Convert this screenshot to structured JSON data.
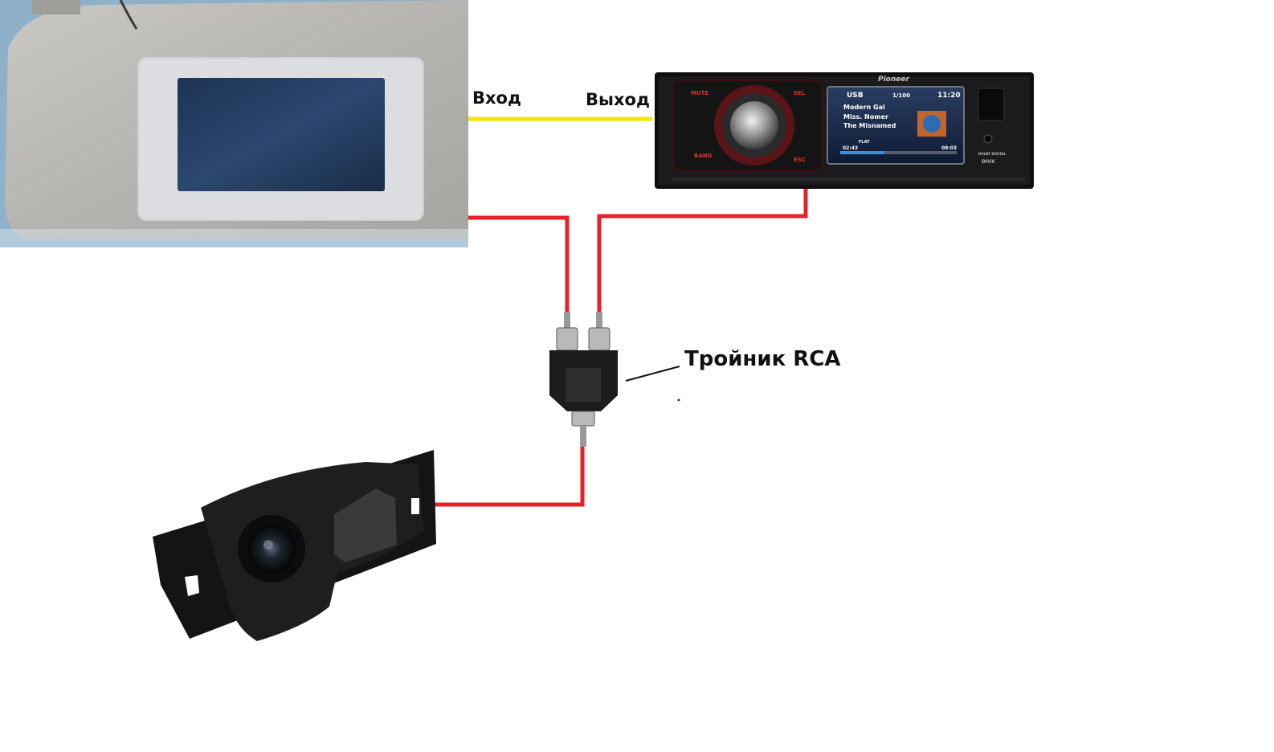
{
  "labels": {
    "input": "Вход",
    "output": "Выход",
    "splitter": "Тройник RCA"
  },
  "head_unit": {
    "brand": "Pioneer",
    "mode": "USB",
    "track_counter": "1/100",
    "clock": "11:20",
    "artist": "Modern Gal",
    "album": "Miss. Nomer",
    "track": "The Misnamed",
    "elapsed": "02:43",
    "duration": "08:03",
    "buttons": {
      "mute": "MUTE",
      "sel": "SEL",
      "esc": "ESC",
      "band": "BAND"
    },
    "eq": "FLAT",
    "dolby": "DOLBY DIGITAL",
    "divx": "DIVX"
  },
  "colors": {
    "video_wire": "#f2e600",
    "power_wire": "#e8202a",
    "plastic": "#1c1c1c",
    "visor": "#b9b8b5"
  },
  "icons": {
    "visor_monitor": "sun-visor-monitor",
    "head_unit": "car-stereo",
    "rca_splitter": "rca-y-splitter",
    "camera": "rear-view-camera"
  }
}
